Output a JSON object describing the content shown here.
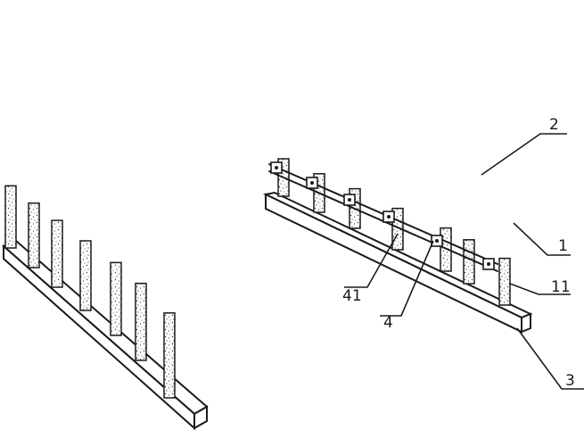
{
  "figure": {
    "callouts": [
      {
        "id": "c1",
        "label": "1"
      },
      {
        "id": "c2",
        "label": "2"
      },
      {
        "id": "c3",
        "label": "3"
      },
      {
        "id": "c4",
        "label": "4"
      },
      {
        "id": "c11",
        "label": "11"
      },
      {
        "id": "c41",
        "label": "41"
      }
    ]
  }
}
